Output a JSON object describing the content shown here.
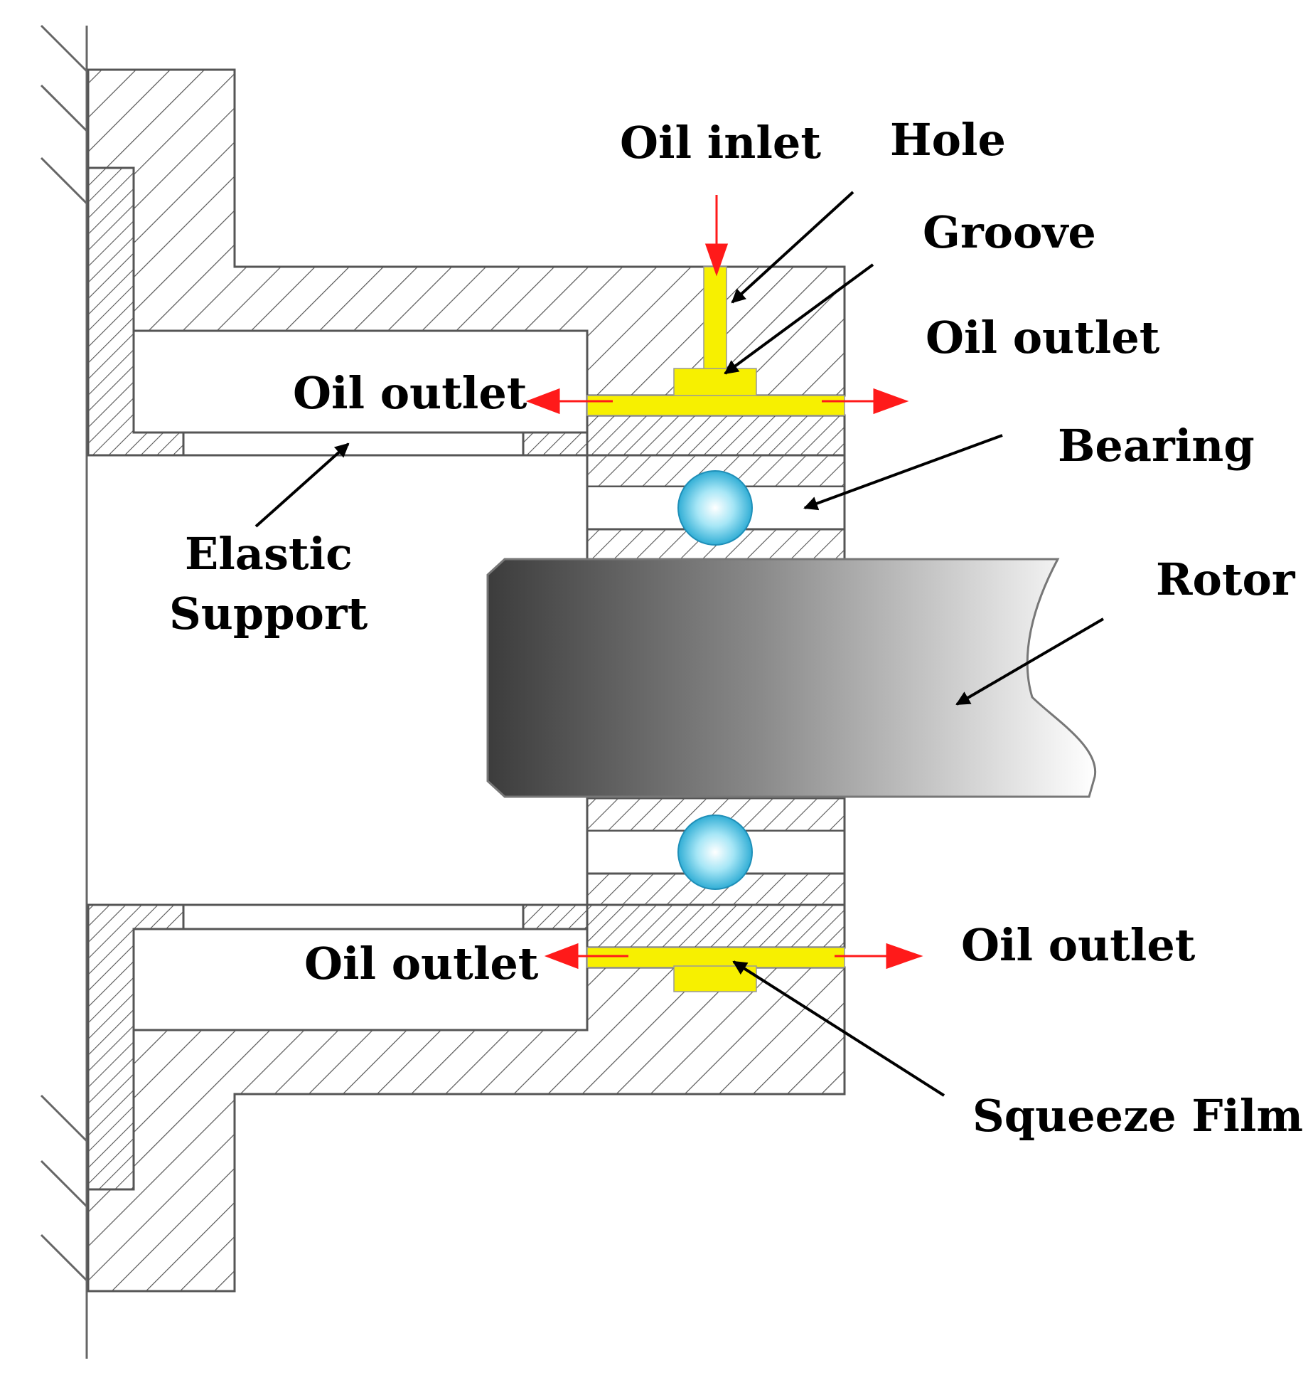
{
  "labels": {
    "oil_inlet": "Oil inlet",
    "hole": "Hole",
    "groove": "Groove",
    "oil_outlet_top_right": "Oil outlet",
    "oil_outlet_top_left": "Oil outlet",
    "bearing": "Bearing",
    "elastic_support_line1": "Elastic",
    "elastic_support_line2": "Support",
    "rotor": "Rotor",
    "oil_outlet_bottom_left": "Oil outlet",
    "oil_outlet_bottom_right": "Oil outlet",
    "squeeze_film": "Squeeze Film"
  },
  "colors": {
    "oil": "#f7f000",
    "flow_arrow": "#ff1a1a",
    "ball": "#33b5dd",
    "hatch": "#5a5a5a",
    "leader_arrow": "#000000"
  }
}
